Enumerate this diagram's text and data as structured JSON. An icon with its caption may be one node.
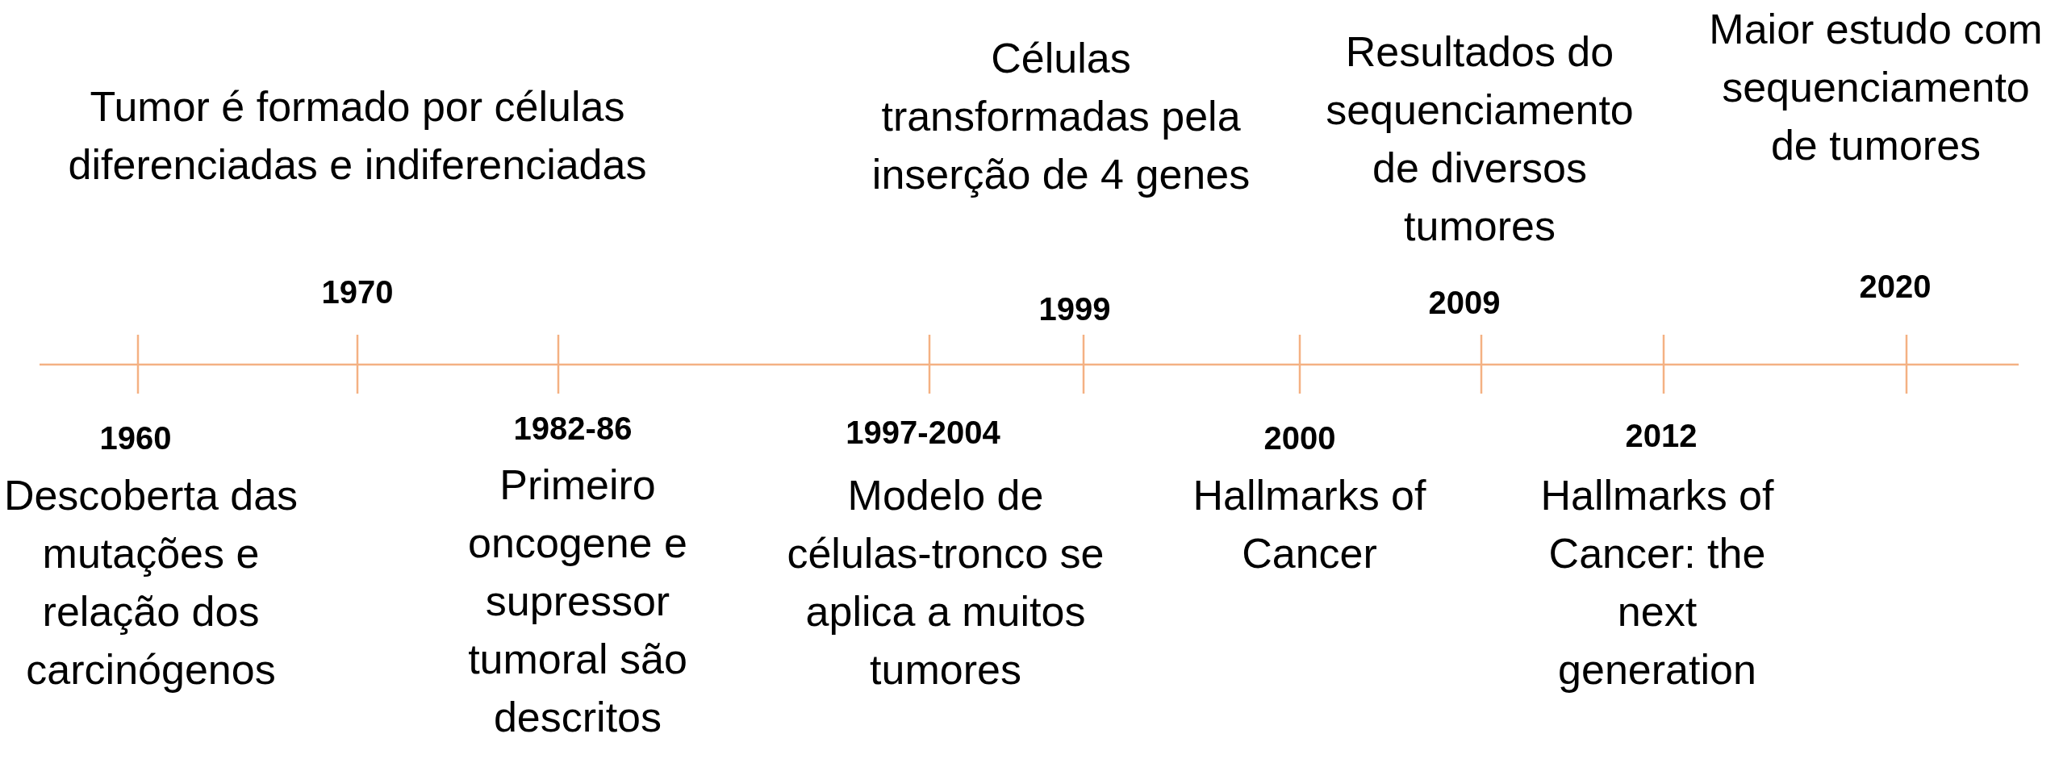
{
  "diagram": {
    "labels": [
      "Tumor é formado por células diferenciadas e indiferenciadas",
      "1970",
      "Células transformadas pela inserção de 4 genes",
      "1999",
      "Resultados do sequenciamento de diversos tumores",
      "2009",
      "Maior estudo com sequenciamento de tumores",
      "2020",
      "1960",
      "Descoberta das mutações e relação dos carcinógenos",
      "1982-86",
      "Primeiro oncogene e supressor tumoral são descritos",
      "1997-2004",
      "Modelo de células-tronco se aplica a muitos tumores",
      "2000",
      "Hallmarks of Cancer",
      "2012",
      "Hallmarks of Cancer: the next generation"
    ]
  }
}
